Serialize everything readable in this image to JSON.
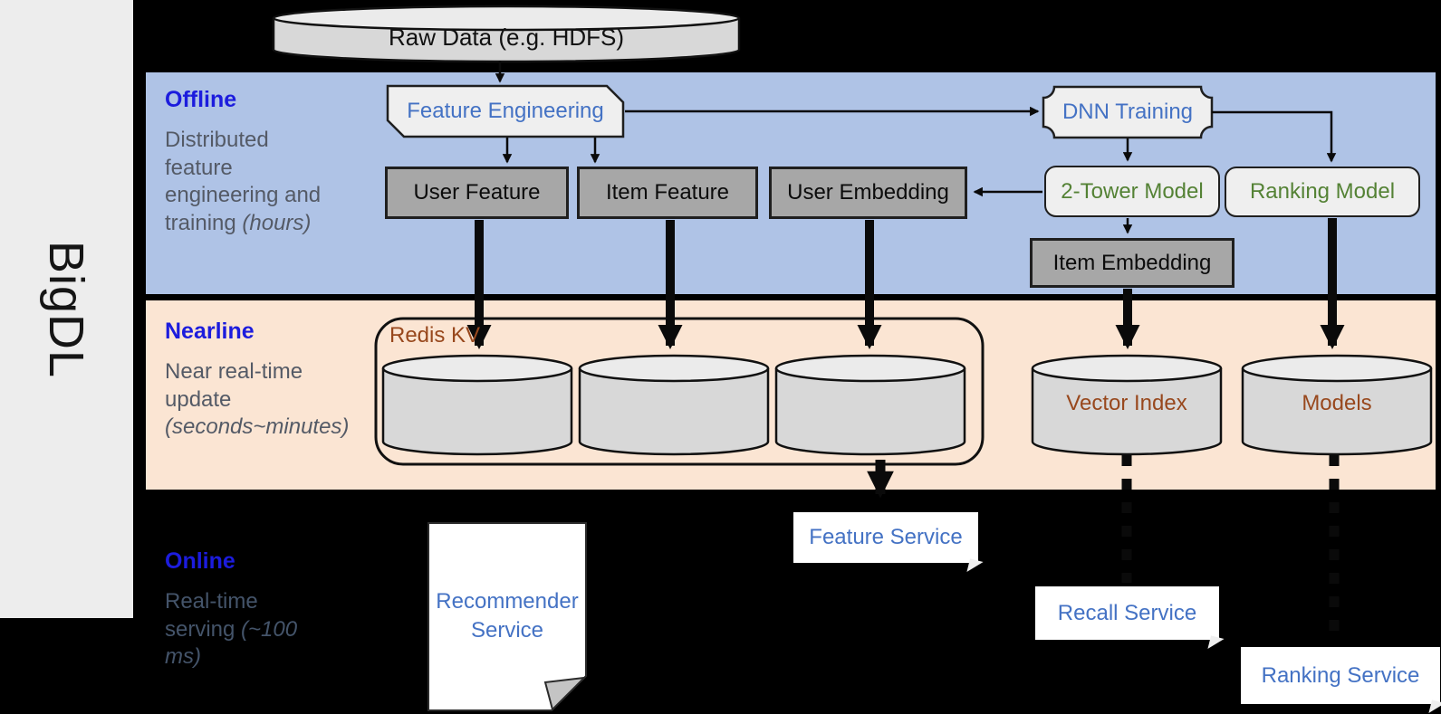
{
  "sidebar": {
    "brand": "BigDL"
  },
  "raw_data": {
    "label": "Raw Data (e.g. HDFS)"
  },
  "sections": {
    "offline": {
      "label": "Offline",
      "desc": "Distributed feature engineering and training",
      "desc_italic": "(hours)"
    },
    "nearline": {
      "label": "Nearline",
      "desc": "Near real-time update",
      "desc_italic": "(seconds~minutes)"
    },
    "online": {
      "label": "Online",
      "desc": "Real-time serving",
      "desc_italic": "(~100 ms)"
    }
  },
  "nodes": {
    "feature_engineering": "Feature Engineering",
    "dnn_training": "DNN Training",
    "user_feature": "User Feature",
    "item_feature": "Item Feature",
    "user_embedding": "User Embedding",
    "two_tower_model": "2-Tower Model",
    "ranking_model": "Ranking Model",
    "item_embedding": "Item Embedding",
    "redis_kv": "Redis KV",
    "vector_index": "Vector Index",
    "models": "Models",
    "recommender_service": "Recommender Service",
    "feature_service": "Feature Service",
    "recall_service": "Recall Service",
    "ranking_service": "Ranking Service"
  },
  "colors": {
    "offline_bg": "#AFC3E6",
    "nearline_bg": "#FBE5D3",
    "online_bg": "#000000",
    "sidebar_bg": "#EDEDED",
    "section_label_blue": "#1C1CDD",
    "node_text_blue": "#4472C4",
    "node_text_green": "#548235",
    "node_text_brown": "#98481D",
    "gray_node_fill": "#A7A7A7",
    "light_node_fill": "#EFEFEF",
    "cylinder_fill": "#D8D8D8"
  }
}
